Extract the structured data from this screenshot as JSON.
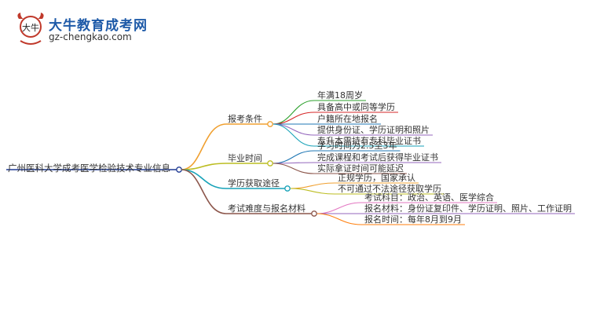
{
  "logo": {
    "title": "大牛教育成考网",
    "url": "gz-chengkao.com",
    "mark_text": "大牛",
    "mark_icon": "bull-icon"
  },
  "mindmap": {
    "root": "广州医科大学成考医学检验技术专业信息",
    "branches": [
      {
        "label": "报考条件",
        "color": "#f0a030",
        "children": [
          {
            "label": "年满18周岁",
            "color": "#2ca02c"
          },
          {
            "label": "具备高中或同等学历",
            "color": "#d62728"
          },
          {
            "label": "户籍所在地报名",
            "color": "#1f77b4"
          },
          {
            "label": "提供身份证、学历证明和照片",
            "color": "#9467bd"
          },
          {
            "label": "专升本需持有专科毕业证书",
            "color": "#17a2b8"
          }
        ]
      },
      {
        "label": "毕业时间",
        "color": "#bcbd22",
        "children": [
          {
            "label": "学习时间为2.5至3年",
            "color": "#1f77b4"
          },
          {
            "label": "完成课程和考试后获得毕业证书",
            "color": "#9467bd"
          },
          {
            "label": "实际拿证时间可能延迟",
            "color": "#8c564b"
          }
        ]
      },
      {
        "label": "学历获取途径",
        "color": "#17a2b8",
        "children": [
          {
            "label": "正规学历，国家承认",
            "color": "#f0a030"
          },
          {
            "label": "不可通过不法途径获取学历",
            "color": "#bcbd22"
          }
        ]
      },
      {
        "label": "考试难度与报名材料",
        "color": "#8c564b",
        "children": [
          {
            "label": "考试科目：政治、英语、医学综合",
            "color": "#e377c2"
          },
          {
            "label": "报名材料：身份证复印件、学历证明、照片、工作证明",
            "color": "#9467bd"
          },
          {
            "label": "报名时间：每年8月到9月",
            "color": "#ff7f0e"
          }
        ]
      }
    ]
  }
}
